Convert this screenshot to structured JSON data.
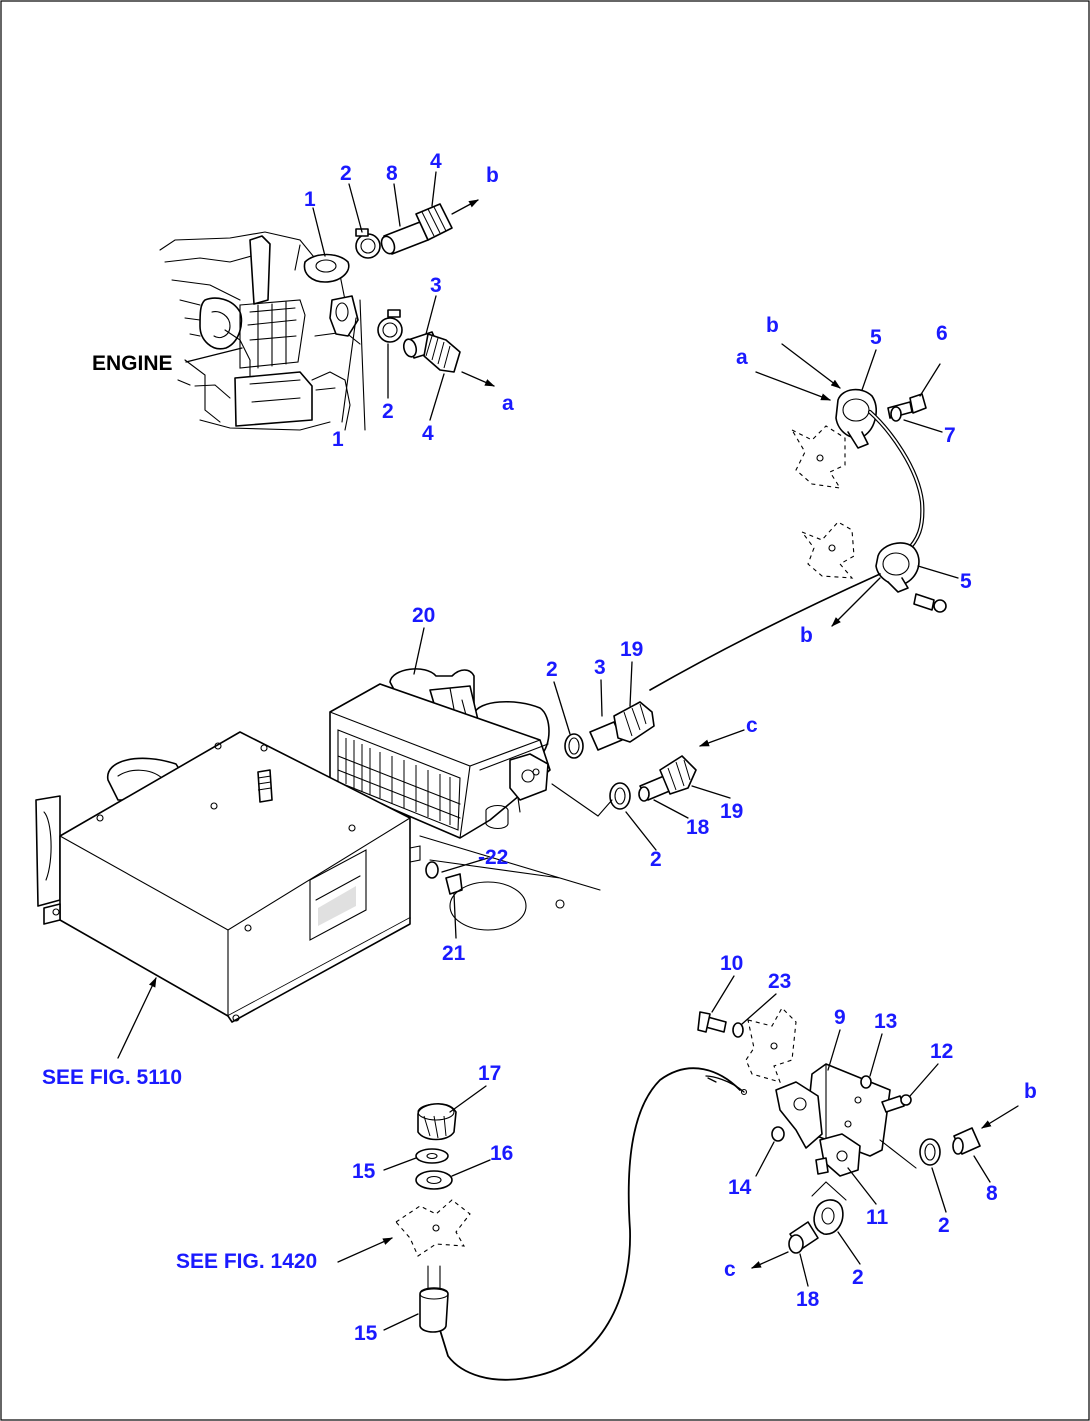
{
  "labels": {
    "engine": "ENGINE",
    "see_5110": "SEE FIG. 5110",
    "see_1420": "SEE FIG. 1420"
  },
  "callouts": [
    {
      "id": "c1a",
      "text": "1"
    },
    {
      "id": "c2a",
      "text": "2"
    },
    {
      "id": "c8a",
      "text": "8"
    },
    {
      "id": "c4a",
      "text": "4"
    },
    {
      "id": "cba",
      "text": "b"
    },
    {
      "id": "c3a",
      "text": "3"
    },
    {
      "id": "c2b",
      "text": "2"
    },
    {
      "id": "c4b",
      "text": "4"
    },
    {
      "id": "caa",
      "text": "a"
    },
    {
      "id": "c1b",
      "text": "1"
    },
    {
      "id": "cbb",
      "text": "b"
    },
    {
      "id": "c5a",
      "text": "5"
    },
    {
      "id": "c6",
      "text": "6"
    },
    {
      "id": "cab",
      "text": "a"
    },
    {
      "id": "c7",
      "text": "7"
    },
    {
      "id": "c5b",
      "text": "5"
    },
    {
      "id": "cbc",
      "text": "b"
    },
    {
      "id": "c20",
      "text": "20"
    },
    {
      "id": "c2c",
      "text": "2"
    },
    {
      "id": "c3b",
      "text": "3"
    },
    {
      "id": "c19a",
      "text": "19"
    },
    {
      "id": "cca",
      "text": "c"
    },
    {
      "id": "c19b",
      "text": "19"
    },
    {
      "id": "c18a",
      "text": "18"
    },
    {
      "id": "c2d",
      "text": "2"
    },
    {
      "id": "c22",
      "text": "-22"
    },
    {
      "id": "c21",
      "text": "21"
    },
    {
      "id": "c10",
      "text": "10"
    },
    {
      "id": "c23",
      "text": "23"
    },
    {
      "id": "c9",
      "text": "9"
    },
    {
      "id": "c13",
      "text": "13"
    },
    {
      "id": "c12",
      "text": "12"
    },
    {
      "id": "cbd",
      "text": "b"
    },
    {
      "id": "c17",
      "text": "17"
    },
    {
      "id": "c16",
      "text": "16"
    },
    {
      "id": "c15a",
      "text": "15"
    },
    {
      "id": "c14",
      "text": "14"
    },
    {
      "id": "c11",
      "text": "11"
    },
    {
      "id": "c2e",
      "text": "2"
    },
    {
      "id": "c8b",
      "text": "8"
    },
    {
      "id": "ccb",
      "text": "c"
    },
    {
      "id": "c2f",
      "text": "2"
    },
    {
      "id": "c18b",
      "text": "18"
    },
    {
      "id": "c15b",
      "text": "15"
    }
  ]
}
